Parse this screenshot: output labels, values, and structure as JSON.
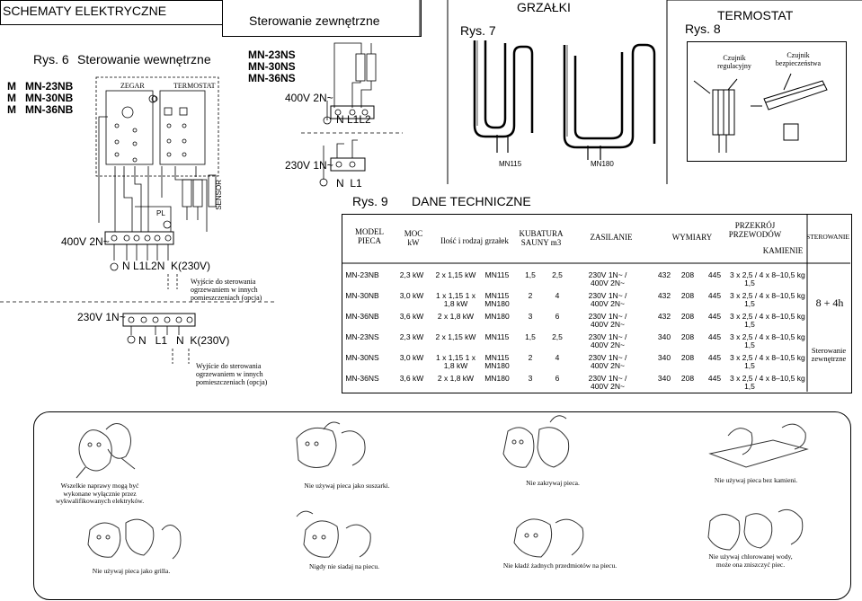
{
  "header": {
    "schematy": "SCHEMATY ELEKTRYCZNE",
    "sterowanie_zewn": "Sterowanie zewnętrzne",
    "grzalki": "GRZAŁKI",
    "termostat": "TERMOSTAT",
    "rys6": "Rys. 6",
    "sterowanie_wewn": "Sterowanie wewnętrzne",
    "rys7": "Rys. 7",
    "rys8": "Rys. 8",
    "rys9": "Rys. 9",
    "dane": "DANE TECHNICZNE"
  },
  "left_diagram": {
    "models": [
      "MN-23NB",
      "MN-30NB",
      "MN-36NB"
    ],
    "zegar": "ZEGAR",
    "termostat": "TERMOSTAT",
    "sensor": "SENSOR",
    "pl": "PL",
    "v400": "400V 2N~",
    "terminals400": "N L1L2N  K(230V)",
    "v230": "230V 1N~",
    "terminals230": "N   L1   N  K(230V)",
    "wyjscie1": "Wyjście do sterowania ogrzewaniem w innych pomieszczeniach (opcja)",
    "wyjscie2": "Wyjście do sterowania ogrzewaniem w innych pomieszczeniach (opcja)"
  },
  "mid_diagram": {
    "models": [
      "MN-23NS",
      "MN-30NS",
      "MN-36NS"
    ],
    "v400": "400V 2N~",
    "terminals400": "N L1L2",
    "v230": "230V 1N~",
    "terminals230": "N  L1"
  },
  "heaters": {
    "left": "MN115",
    "right": "MN180"
  },
  "thermostat": {
    "czujnik_reg": "Czujnik regulacyjny",
    "czujnik_bezp": "Czujnik bezpieczeństwa"
  },
  "table": {
    "headers": {
      "model": "MODEL PIECA",
      "moc": "MOC kW",
      "ilosc": "Ilość i rodzaj grzałek",
      "kubatura": "KUBATURA SAUNY m3",
      "zasilanie": "ZASILANIE",
      "wymiary": "WYMIARY",
      "przekroj": "PRZEKRÓJ PRZEWODÓW",
      "kamienie": "KAMIENIE",
      "sterowanie": "STEROWANIE"
    },
    "rows": [
      {
        "model": "MN-23NB",
        "moc": "2,3 kW",
        "ilosc": "2 x 1,15 kW",
        "grz": "MN115",
        "k1": "1,5",
        "k2": "2,5",
        "zas": "230V 1N~ / 400V 2N~",
        "w1": "432",
        "w2": "208",
        "w3": "445",
        "prz": "3 x 2,5 / 4 x 1,5",
        "kam": "8–10,5 kg"
      },
      {
        "model": "MN-30NB",
        "moc": "3,0 kW",
        "ilosc": "1 x 1,15 1 x 1,8 kW",
        "grz": "MN115 MN180",
        "k1": "2",
        "k2": "4",
        "zas": "230V 1N~ / 400V 2N~",
        "w1": "432",
        "w2": "208",
        "w3": "445",
        "prz": "3 x 2,5 / 4 x 1,5",
        "kam": "8–10,5 kg"
      },
      {
        "model": "MN-36NB",
        "moc": "3,6 kW",
        "ilosc": "2 x 1,8 kW",
        "grz": "MN180",
        "k1": "3",
        "k2": "6",
        "zas": "230V 1N~ / 400V 2N~",
        "w1": "432",
        "w2": "208",
        "w3": "445",
        "prz": "3 x 2,5 / 4 x 1,5",
        "kam": "8–10,5 kg"
      },
      {
        "model": "MN-23NS",
        "moc": "2,3 kW",
        "ilosc": "2 x 1,15 kW",
        "grz": "MN115",
        "k1": "1,5",
        "k2": "2,5",
        "zas": "230V 1N~ / 400V 2N~",
        "w1": "340",
        "w2": "208",
        "w3": "445",
        "prz": "3 x 2,5 / 4 x 1,5",
        "kam": "8–10,5 kg"
      },
      {
        "model": "MN-30NS",
        "moc": "3,0 kW",
        "ilosc": "1 x 1,15 1 x 1,8 kW",
        "grz": "MN115 MN180",
        "k1": "2",
        "k2": "4",
        "zas": "230V 1N~ / 400V 2N~",
        "w1": "340",
        "w2": "208",
        "w3": "445",
        "prz": "3 x 2,5 / 4 x 1,5",
        "kam": "8–10,5 kg"
      },
      {
        "model": "MN-36NS",
        "moc": "3,6 kW",
        "ilosc": "2 x 1,8 kW",
        "grz": "MN180",
        "k1": "3",
        "k2": "6",
        "zas": "230V 1N~ / 400V 2N~",
        "w1": "340",
        "w2": "208",
        "w3": "445",
        "prz": "3 x 2,5 / 4 x 1,5",
        "kam": "8–10,5 kg"
      }
    ],
    "sterowanie_nb": "8 + 4h",
    "sterowanie_ns": "Sterowanie zewnętrzne"
  },
  "warnings": [
    "Wszelkie naprawy mogą być wykonane wyłącznie przez wykwalifikowanych elektryków.",
    "Nie używaj pieca jako suszarki.",
    "Nie zakrywaj pieca.",
    "Nie używaj pieca bez kamieni.",
    "Nie używaj pieca jako grilla.",
    "Nigdy nie siadaj na piecu.",
    "Nie kładź żadnych przedmiotów na piecu.",
    "Nie używaj chlorowanej wody, może ona zniszczyć piec."
  ]
}
